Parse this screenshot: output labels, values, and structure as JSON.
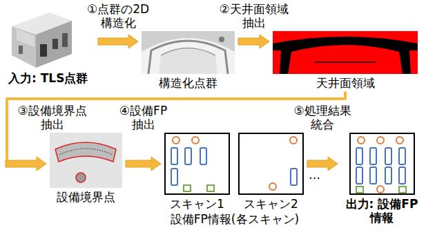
{
  "diagram": {
    "nodes": [
      {
        "text": [
          "入力: TLS点群"
        ]
      },
      {
        "text": [
          "構造化点群"
        ]
      },
      {
        "text": [
          "天井面領域"
        ]
      },
      {
        "text": [
          "設備境界点"
        ]
      },
      {
        "text": [
          "スキャン1"
        ]
      },
      {
        "text": [
          "スキャン2"
        ]
      },
      {
        "text": [
          "出力: 設備FP 情報"
        ]
      }
    ],
    "edges": [
      {
        "from": 0,
        "to": 1,
        "label": "①点群の2D 構造化",
        "arrow": "to"
      },
      {
        "from": 1,
        "to": 2,
        "label": "②天井面領域 抽出",
        "arrow": "to"
      },
      {
        "from": 2,
        "to": 3,
        "label": "③設備境界点 抽出",
        "arrow": "to"
      },
      {
        "from": 3,
        "to": 4,
        "label": "④設備FP 抽出",
        "arrow": "to"
      },
      {
        "from": 5,
        "to": 6,
        "label": "⑤処理結果 統合",
        "arrow": "to"
      }
    ],
    "labels": [
      "…",
      "設備FP情報(各スキャン)"
    ]
  }
}
